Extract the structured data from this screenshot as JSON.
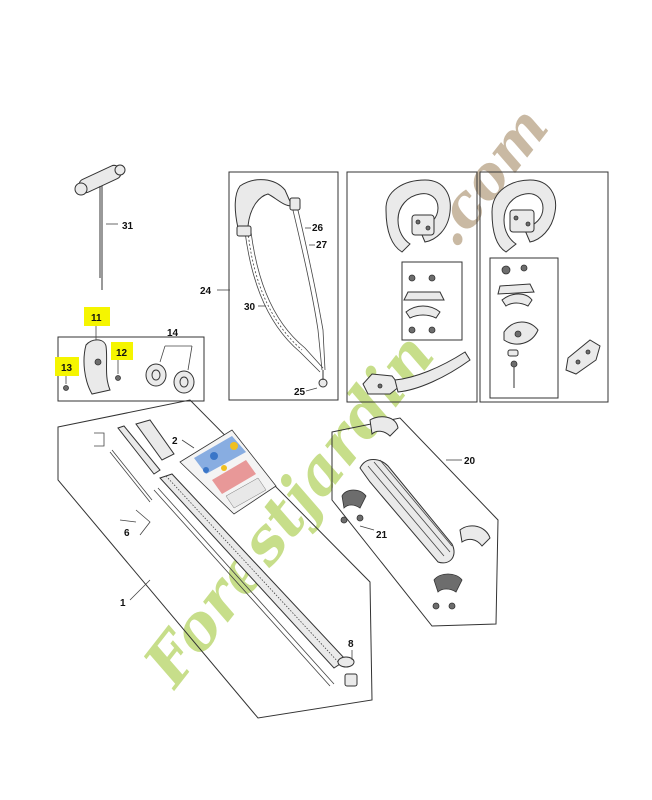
{
  "watermark": {
    "lower": "Forestjardin",
    "upper": ".com",
    "green": "#c7de8a",
    "orange": "#f2b97e",
    "tan": "#c9b9a3"
  },
  "highlight_color": "#f5f500",
  "parts": [
    {
      "id": "p31",
      "label": "31"
    },
    {
      "id": "p26",
      "label": "26"
    },
    {
      "id": "p27",
      "label": "27"
    },
    {
      "id": "p24",
      "label": "24"
    },
    {
      "id": "p30",
      "label": "30"
    },
    {
      "id": "p25",
      "label": "25"
    },
    {
      "id": "p11",
      "label": "11"
    },
    {
      "id": "p12",
      "label": "12"
    },
    {
      "id": "p13",
      "label": "13"
    },
    {
      "id": "p14",
      "label": "14"
    },
    {
      "id": "p2",
      "label": "2"
    },
    {
      "id": "p20",
      "label": "20"
    },
    {
      "id": "p6",
      "label": "6"
    },
    {
      "id": "p21",
      "label": "21"
    },
    {
      "id": "p1",
      "label": "1"
    },
    {
      "id": "p8",
      "label": "8"
    }
  ]
}
